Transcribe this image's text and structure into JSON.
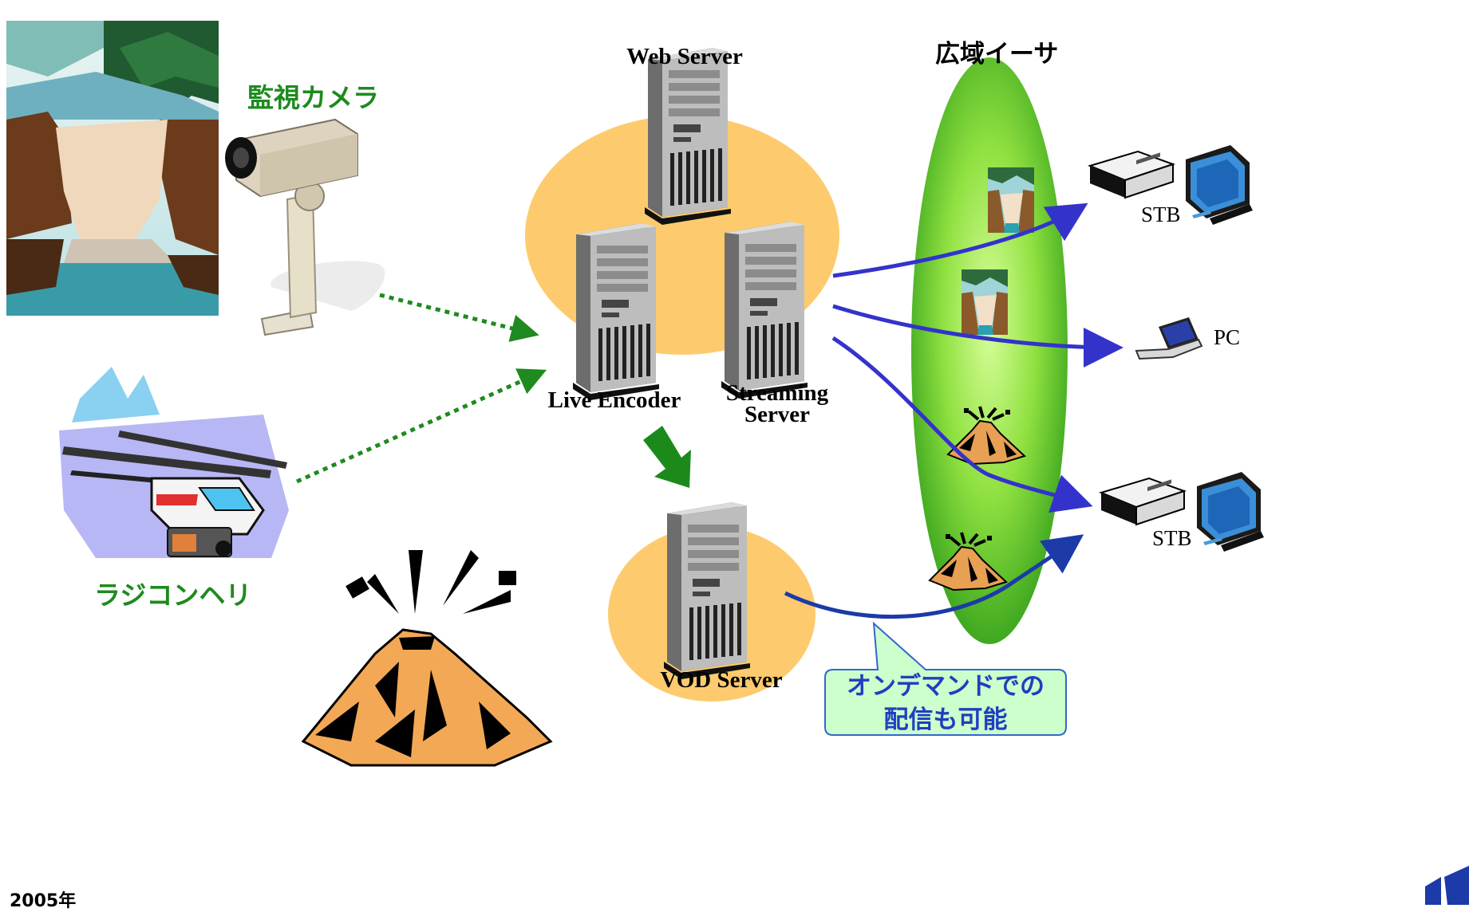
{
  "labels": {
    "camera": "監視カメラ",
    "helicopter": "ラジコンヘリ",
    "web_server": "Web Server",
    "live_encoder": "Live Encoder",
    "streaming_server_line1": "Streaming",
    "streaming_server_line2": "Server",
    "vod_server": "VOD Server",
    "wide_area_ethernet": "広域イーサ",
    "stb_top": "STB",
    "pc": "PC",
    "stb_bottom": "STB"
  },
  "callout": {
    "line1": "オンデマンドでの",
    "line2": "配信も可能"
  },
  "footer": {
    "year": "2005年"
  },
  "colors": {
    "server_cluster": "#fdcb6e",
    "ethernet": "#8fe040",
    "stream_arrow": "#3333cc",
    "feed_arrow": "#1f8a1f",
    "callout_bg": "#ccffcc",
    "callout_border": "#3366cc"
  }
}
